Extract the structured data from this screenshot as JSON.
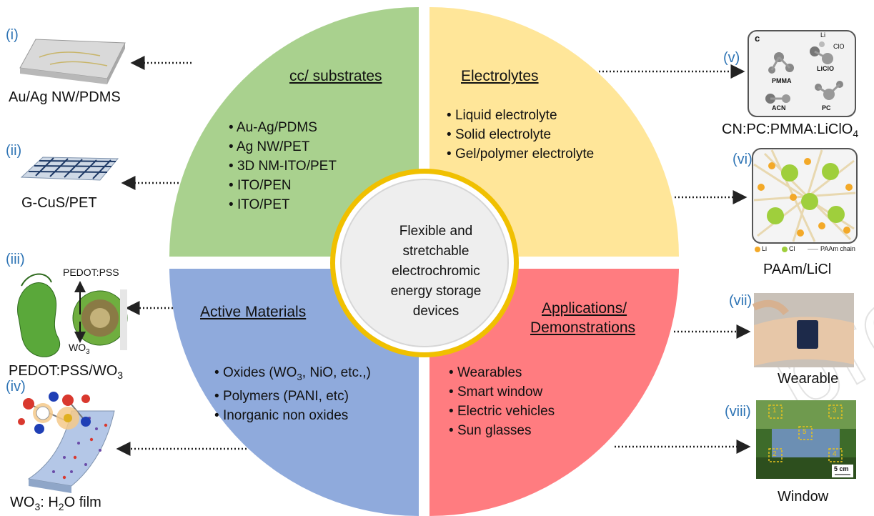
{
  "center": [
    "Flexible and",
    "stretchable",
    "electrochromic",
    "energy storage",
    "devices"
  ],
  "quadrants": {
    "substrates": {
      "title": "cc/ substrates",
      "items": [
        "Au-Ag/PDMS",
        "Ag NW/PET",
        "3D NM-ITO/PET",
        "ITO/PEN",
        "ITO/PET"
      ],
      "color": "#a9d18e"
    },
    "electrolytes": {
      "title": "Electrolytes",
      "items": [
        "Liquid electrolyte",
        "Solid electrolyte",
        "Gel/polymer electrolyte"
      ],
      "color": "#ffe699"
    },
    "active": {
      "title": "Active Materials",
      "items": [
        "Oxides (WO",
        "3",
        ",  NiO, etc.,)",
        "Polymers (PANI, etc)",
        "Inorganic non oxides"
      ],
      "color": "#8faadc"
    },
    "applications": {
      "title_1": "Applications/",
      "title_2": "Demonstrations",
      "items": [
        "Wearables",
        "Smart window",
        "Electric vehicles",
        "Sun glasses"
      ],
      "color": "#ff7c80"
    }
  },
  "side_left": {
    "i": {
      "num": "(i)",
      "caption": "Au/Ag NW/PDMS"
    },
    "ii": {
      "num": "(ii)",
      "caption": "G-CuS/PET"
    },
    "iii": {
      "num": "(iii)",
      "caption_a": "PEDOT:PSS/WO",
      "caption_sub": "3",
      "label_top": "PEDOT:PSS",
      "label_bottom": "WO",
      "label_bottom_sub": "3"
    },
    "iv": {
      "num": "(iv)",
      "caption_a": "WO",
      "caption_sub1": "3",
      "caption_b": ": H",
      "caption_sub2": "2",
      "caption_c": "O film"
    }
  },
  "side_right": {
    "v": {
      "num": "(v)",
      "caption_a": "CN:PC:PMMA:LiClO",
      "caption_sub": "4",
      "inset": {
        "letter": "c",
        "li": "Li",
        "clo4": "ClO",
        "pmma": "PMMA",
        "liclo4": "LiClO",
        "acn": "ACN",
        "pc": "PC"
      }
    },
    "vi": {
      "num": "(vi)",
      "caption": "PAAm/LiCl",
      "legend": [
        "Li",
        "Cl",
        "PAAm chain"
      ]
    },
    "vii": {
      "num": "(vii)",
      "caption": "Wearable"
    },
    "viii": {
      "num": "(viii)",
      "caption": "Window",
      "scale": "5 cm",
      "marks": [
        "1",
        "3",
        "5",
        "2",
        "4"
      ]
    }
  },
  "watermark": "proofs"
}
